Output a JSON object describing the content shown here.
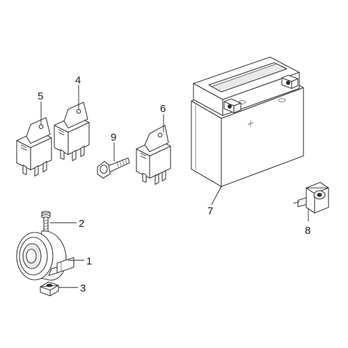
{
  "callouts": [
    {
      "id": "1",
      "label": "1"
    },
    {
      "id": "2",
      "label": "2"
    },
    {
      "id": "3",
      "label": "3"
    },
    {
      "id": "4",
      "label": "4"
    },
    {
      "id": "5",
      "label": "5"
    },
    {
      "id": "6",
      "label": "6"
    },
    {
      "id": "7",
      "label": "7"
    },
    {
      "id": "8",
      "label": "8"
    },
    {
      "id": "9",
      "label": "9"
    }
  ],
  "colors": {
    "line": "#3a3a3a",
    "shade": "#e9e9e9",
    "background": "#ffffff"
  }
}
